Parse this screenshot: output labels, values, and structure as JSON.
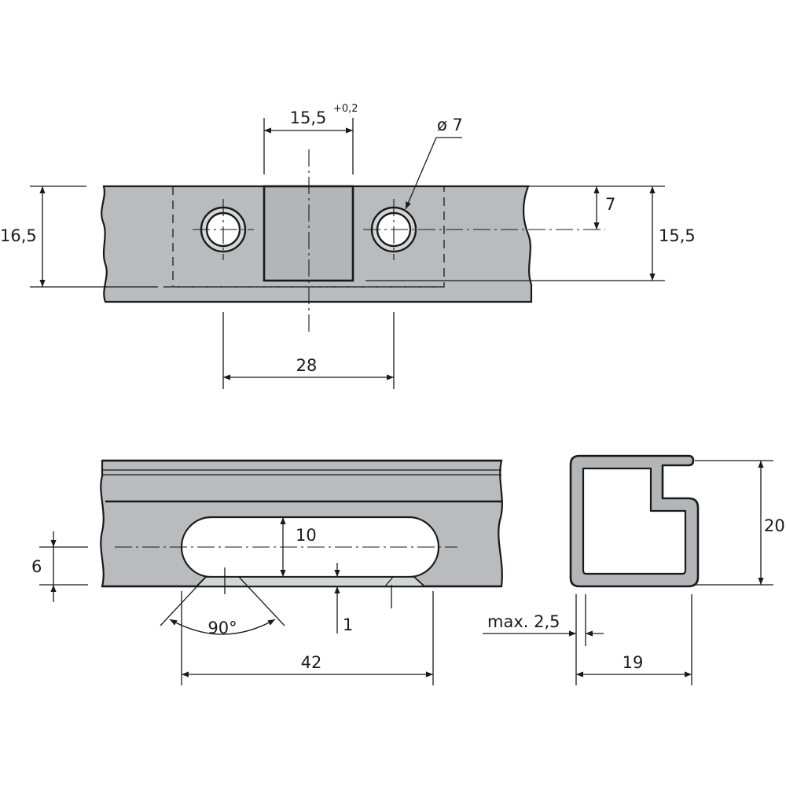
{
  "top_view": {
    "labels": {
      "slot_width": "15,5",
      "slot_tolerance": "+0,2",
      "hole_diameter": "ø 7",
      "total_height": "16,5",
      "hole_offset": "7",
      "slot_depth": "15,5",
      "hole_spacing": "28"
    }
  },
  "side_view": {
    "labels": {
      "slot_height": "10",
      "center_height": "6",
      "angle": "90°",
      "lip": "1",
      "slot_length": "42"
    }
  },
  "profile": {
    "labels": {
      "height": "20",
      "wall": "max. 2,5",
      "width": "19"
    }
  }
}
